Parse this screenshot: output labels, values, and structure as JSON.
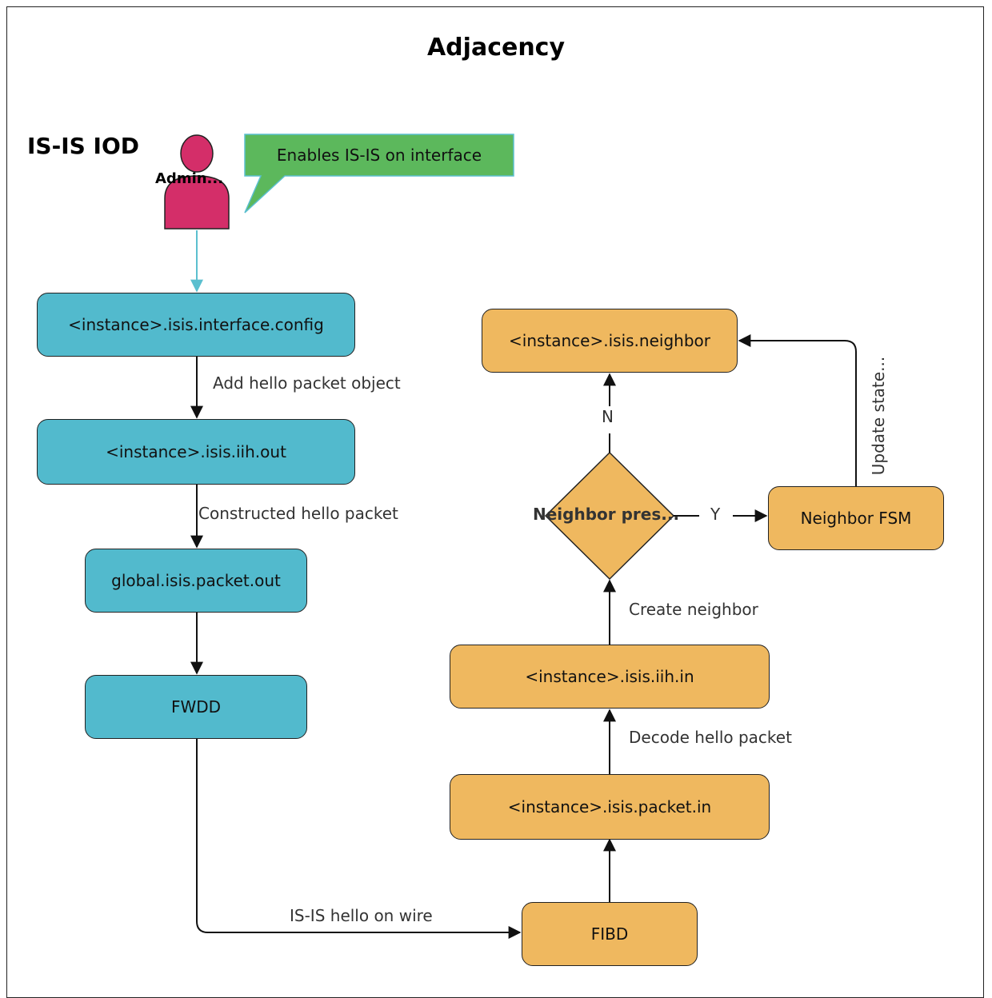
{
  "title": "Adjacency",
  "heading": "IS-IS IOD",
  "actor": {
    "label": "Admin...",
    "color": "#d42e69"
  },
  "callout": {
    "text": "Enables IS-IS on interface",
    "color": "#5cb85c"
  },
  "nodes": {
    "interface_config": "<instance>.isis.interface.config",
    "iih_out": "<instance>.isis.iih.out",
    "packet_out": "global.isis.packet.out",
    "fwdd": "FWDD",
    "fibd": "FIBD",
    "packet_in": "<instance>.isis.packet.in",
    "iih_in": "<instance>.isis.iih.in",
    "neighbor_present": "Neighbor pres...",
    "neighbor_fsm": "Neighbor FSM",
    "neighbor": "<instance>.isis.neighbor"
  },
  "edges": {
    "add_hello": "Add hello packet object",
    "constructed": "Constructed hello packet",
    "hello_on_wire": "IS-IS hello on wire",
    "decode": "Decode hello packet",
    "create_neighbor": "Create neighbor",
    "yes": "Y",
    "no": "N",
    "update_state": "Update state..."
  },
  "colors": {
    "egress": "#52bacd",
    "ingress": "#efb85f",
    "actor_link": "#5bbfcf"
  }
}
